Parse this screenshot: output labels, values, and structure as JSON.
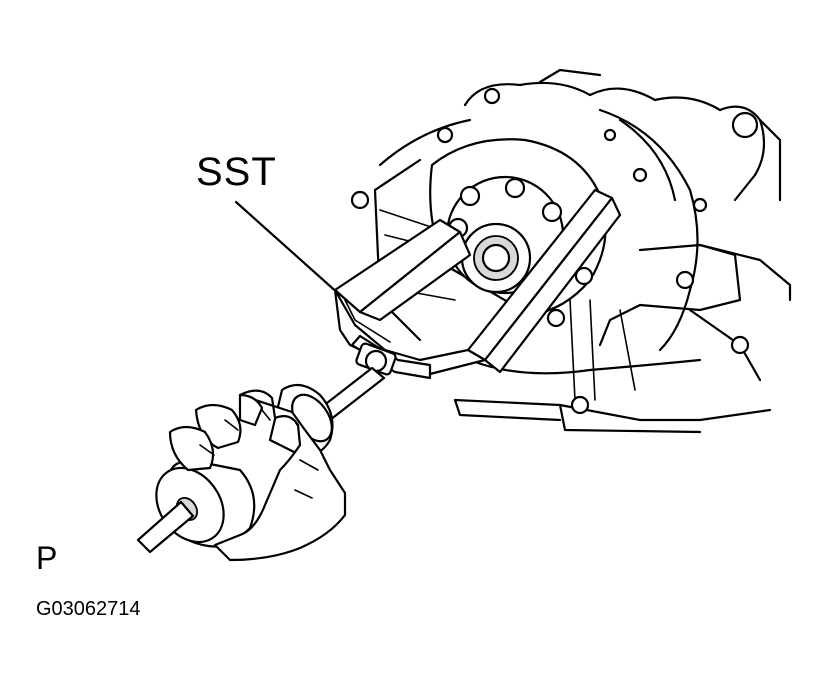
{
  "diagram": {
    "callout_label": "SST",
    "view_marker": "P",
    "figure_code": "G03062714"
  },
  "icons": {
    "illustration": "sst-puller-removing-oil-seal-icon"
  }
}
